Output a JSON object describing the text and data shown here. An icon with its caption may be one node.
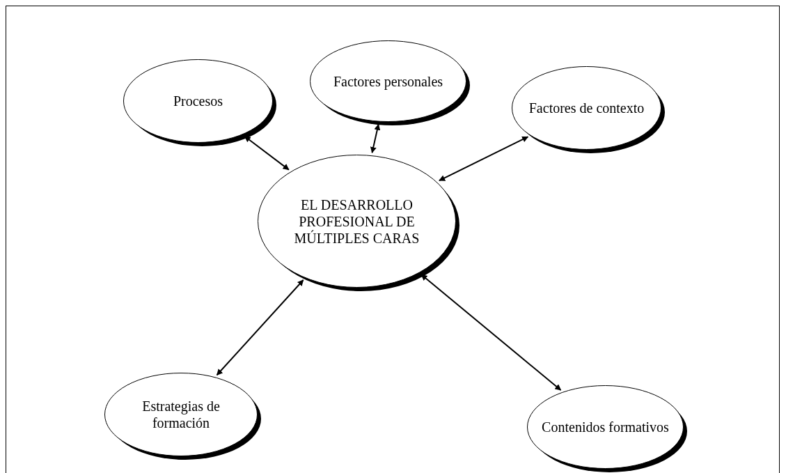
{
  "diagram": {
    "nodes": [
      {
        "text": [
          "EL DESARROLLO PROFESIONAL DE MÚLTIPLES CARAS"
        ]
      },
      {
        "text": [
          "Procesos"
        ]
      },
      {
        "text": [
          "Factores personales"
        ]
      },
      {
        "text": [
          "Factores de contexto"
        ]
      },
      {
        "text": [
          "Estrategias de formación"
        ]
      },
      {
        "text": [
          "Contenidos formativos"
        ]
      }
    ],
    "edges": [
      {
        "from": 1,
        "to": 0,
        "arrow": "both"
      },
      {
        "from": 2,
        "to": 0,
        "arrow": "both"
      },
      {
        "from": 3,
        "to": 0,
        "arrow": "both"
      },
      {
        "from": 4,
        "to": 0,
        "arrow": "both"
      },
      {
        "from": 5,
        "to": 0,
        "arrow": "both"
      }
    ]
  }
}
